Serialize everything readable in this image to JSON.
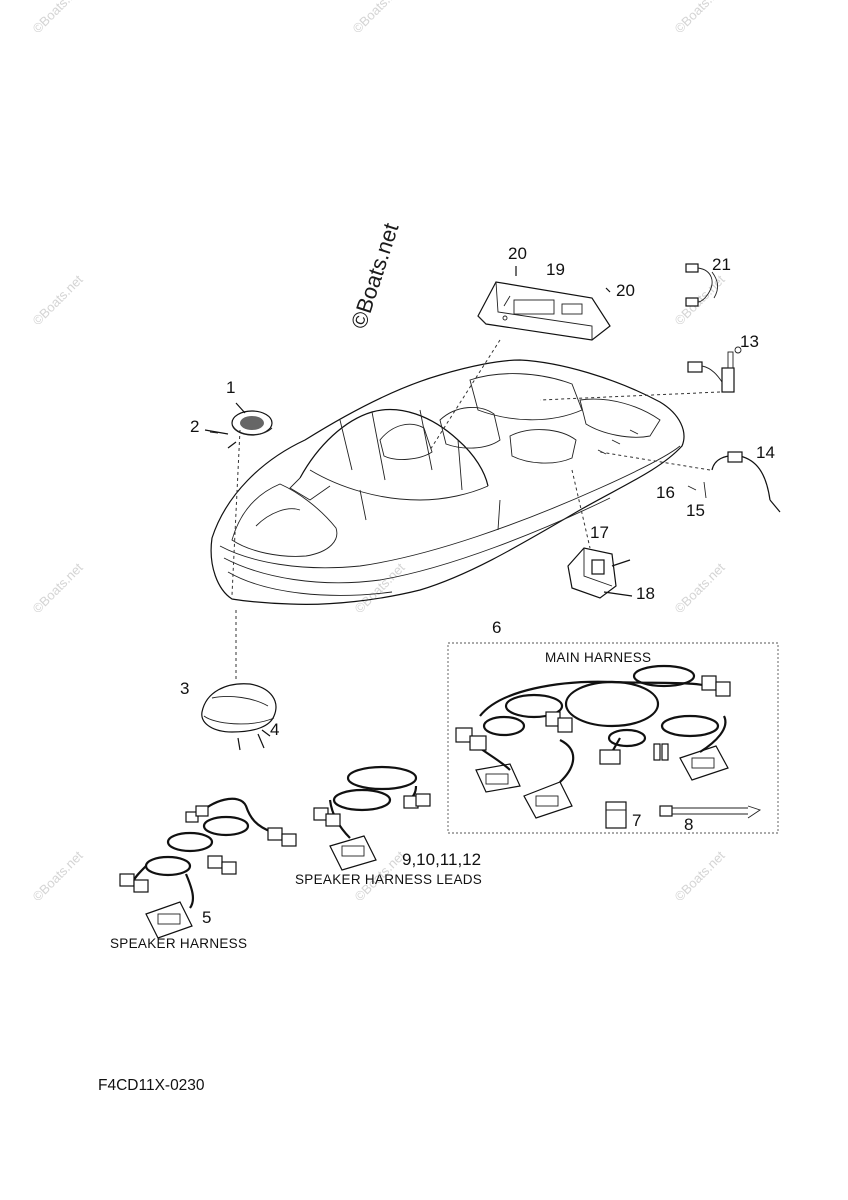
{
  "watermark": "©Boats.net",
  "diagram_code": "F4CD11X-0230",
  "callouts": {
    "c1": "1",
    "c2": "2",
    "c3": "3",
    "c4": "4",
    "c5": "5",
    "c6": "6",
    "c7": "7",
    "c8": "8",
    "c9_12": "9,10,11,12",
    "c13": "13",
    "c14": "14",
    "c15": "15",
    "c16": "16",
    "c17": "17",
    "c18": "18",
    "c19": "19",
    "c20a": "20",
    "c20b": "20",
    "c21": "21"
  },
  "captions": {
    "main_harness": "MAIN HARNESS",
    "speaker_harness_leads": "SPEAKER HARNESS LEADS",
    "speaker_harness": "SPEAKER HARNESS"
  }
}
